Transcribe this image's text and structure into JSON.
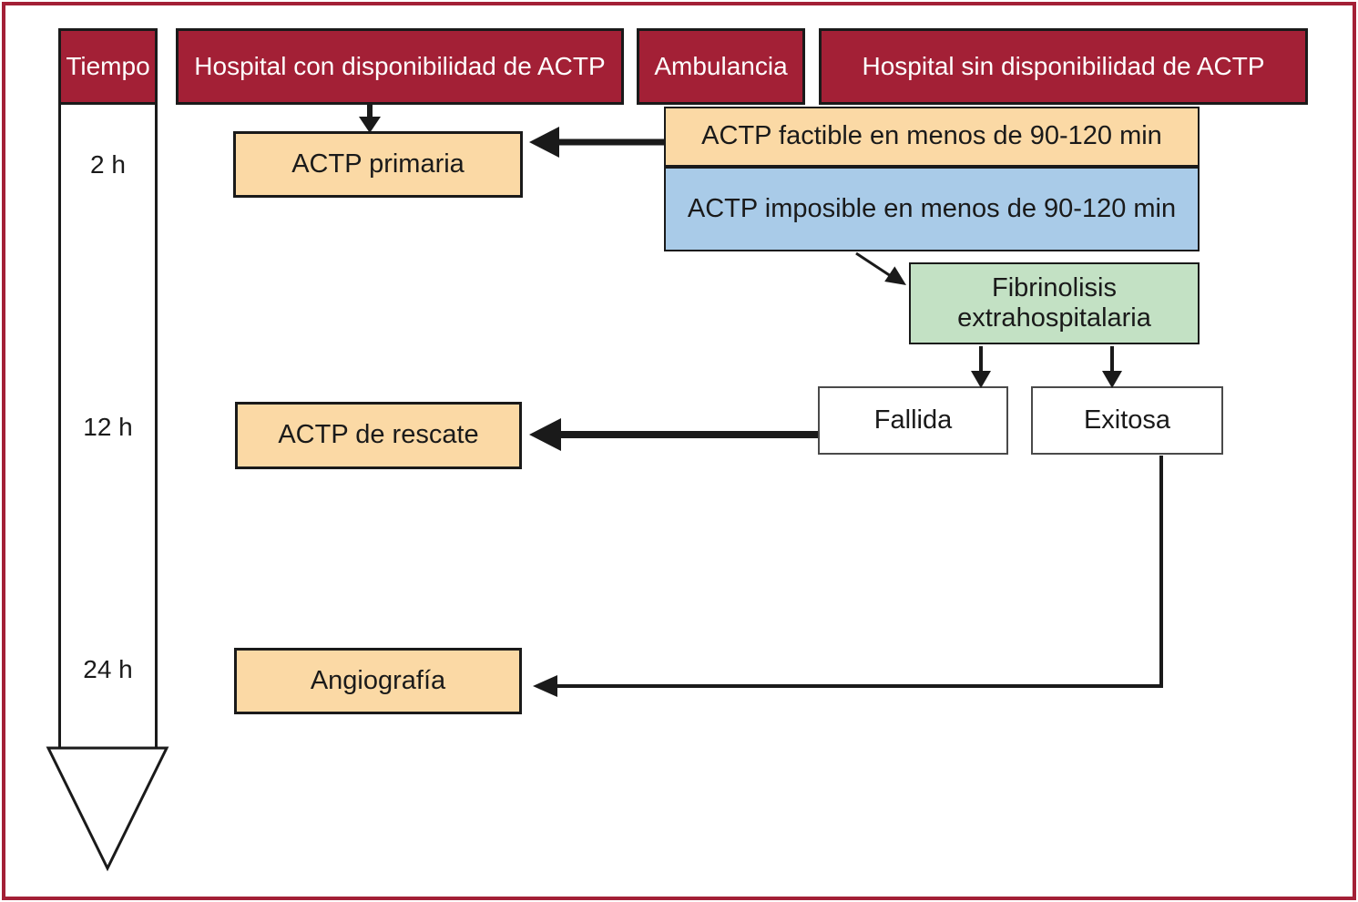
{
  "figure_type": "flowchart",
  "header": {
    "tiempo": "Tiempo",
    "hospital_con": "Hospital con disponibilidad de ACTP",
    "ambulancia": "Ambulancia",
    "hospital_sin": "Hospital sin disponibilidad de ACTP"
  },
  "timeline": {
    "t1": "2 h",
    "t2": "12 h",
    "t3": "24 h"
  },
  "nodes": {
    "actp_primaria": "ACTP primaria",
    "actp_factible": "ACTP factible en menos de 90-120 min",
    "actp_imposible": "ACTP imposible en menos de 90-120 min",
    "fibrinolisis": "Fibrinolisis extrahospitalaria",
    "fallida": "Fallida",
    "exitosa": "Exitosa",
    "actp_rescate": "ACTP de rescate",
    "angiografia": "Angiografía"
  },
  "edges": [
    {
      "from": "hospital_con",
      "to": "actp_primaria"
    },
    {
      "from": "actp_factible",
      "to": "actp_primaria"
    },
    {
      "from": "actp_imposible",
      "to": "fibrinolisis"
    },
    {
      "from": "fibrinolisis",
      "to": "fallida"
    },
    {
      "from": "fibrinolisis",
      "to": "exitosa"
    },
    {
      "from": "fallida",
      "to": "actp_rescate"
    },
    {
      "from": "exitosa",
      "to": "angiografia"
    }
  ],
  "colors": {
    "frame_maroon": "#A32036",
    "header_maroon": "#A32036",
    "box_orange": "#FBD9A5",
    "box_blue": "#A9CBE8",
    "box_green": "#C3E1C4",
    "box_white": "#FFFFFF",
    "line_black": "#1A1A1A"
  }
}
